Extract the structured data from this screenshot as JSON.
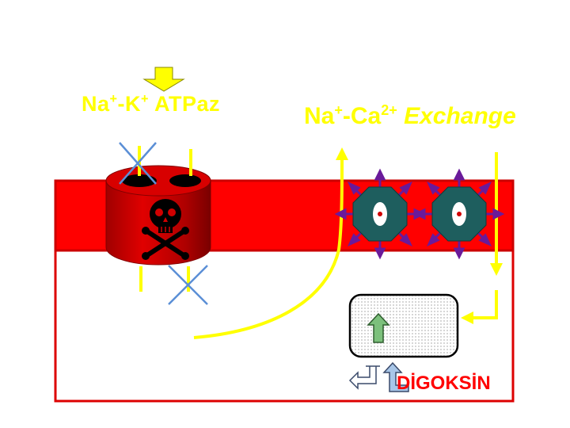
{
  "labels": {
    "atpase": {
      "ion1": "Na",
      "ch1": "+",
      "sep": "-K",
      "ch2": "+",
      "name": " ATPaz"
    },
    "exchange": {
      "ion1": "Na",
      "ch1": "+",
      "sep": "-Ca",
      "ch2": "2+",
      "name": " Exchange"
    },
    "drug": "DİGOKSİN"
  },
  "icons": [
    "arrow-down-icon",
    "skull-crossbones-icon",
    "cross-icon",
    "arrow-up-icon",
    "return-arrow-icon",
    "exchanger-icon"
  ],
  "colors": {
    "membrane": "#ff0000",
    "membrane_dark": "#cc0000",
    "pump_body": "#c80000",
    "label": "#ffff00",
    "block_cross": "#5b8fd6",
    "exchanger": "#1e5e5e",
    "exchanger_spikes": "#6a1a9a",
    "up_arrow": "#7cc07c",
    "drug_text": "#ff0000"
  }
}
